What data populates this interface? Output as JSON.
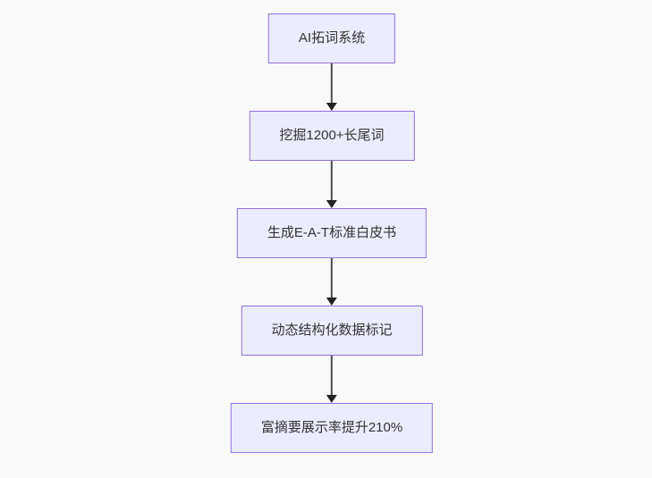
{
  "flowchart": {
    "type": "flowchart",
    "direction": "top-down",
    "nodes": [
      {
        "id": "step-1",
        "label": "AI拓词系统"
      },
      {
        "id": "step-2",
        "label": "挖掘1200+长尾词"
      },
      {
        "id": "step-3",
        "label": "生成E-A-T标准白皮书"
      },
      {
        "id": "step-4",
        "label": "动态结构化数据标记"
      },
      {
        "id": "step-5",
        "label": "富摘要展示率提升210%"
      }
    ],
    "edges": [
      {
        "from": "step-1",
        "to": "step-2",
        "arrow": "down"
      },
      {
        "from": "step-2",
        "to": "step-3",
        "arrow": "down"
      },
      {
        "from": "step-3",
        "to": "step-4",
        "arrow": "down"
      },
      {
        "from": "step-4",
        "to": "step-5",
        "arrow": "down"
      }
    ],
    "colors": {
      "node_fill": "#ECECFF",
      "node_border": "#9370DB",
      "edge_line": "#4d4d4d",
      "arrowhead": "#222222",
      "text": "#333333",
      "background": "#f9f9f9"
    }
  }
}
